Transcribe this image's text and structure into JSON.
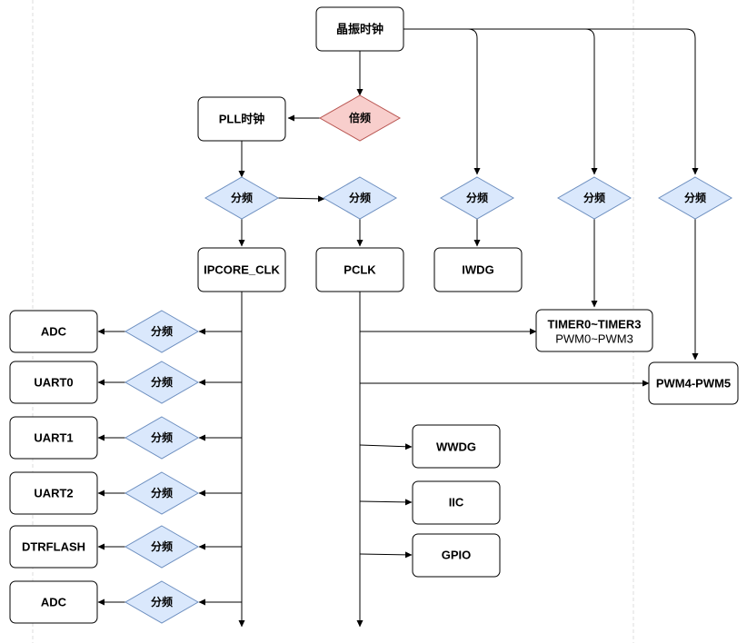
{
  "nodes": {
    "crystal": "晶振时钟",
    "pll": "PLL时钟",
    "multiplier": "倍频",
    "div_main_1": "分频",
    "div_main_2": "分频",
    "div_iwdg": "分频",
    "div_timer": "分频",
    "div_pwm45": "分频",
    "ipcore_clk": "IPCORE_CLK",
    "pclk": "PCLK",
    "iwdg": "IWDG",
    "timer_line1": "TIMER0~TIMER3",
    "timer_line2": "PWM0~PWM3",
    "pwm45": "PWM4-PWM5",
    "wwdg": "WWDG",
    "iic": "IIC",
    "gpio": "GPIO"
  },
  "peripherals": [
    {
      "name": "ADC",
      "divider": "分频"
    },
    {
      "name": "UART0",
      "divider": "分频"
    },
    {
      "name": "UART1",
      "divider": "分频"
    },
    {
      "name": "UART2",
      "divider": "分频"
    },
    {
      "name": "DTRFLASH",
      "divider": "分频"
    },
    {
      "name": "ADC",
      "divider": "分频"
    }
  ],
  "colors": {
    "divider_fill": "#dae8fc",
    "divider_stroke": "#6c8ebf",
    "multiplier_fill": "#f8cecc",
    "multiplier_stroke": "#b85450",
    "box_stroke": "#000000"
  }
}
